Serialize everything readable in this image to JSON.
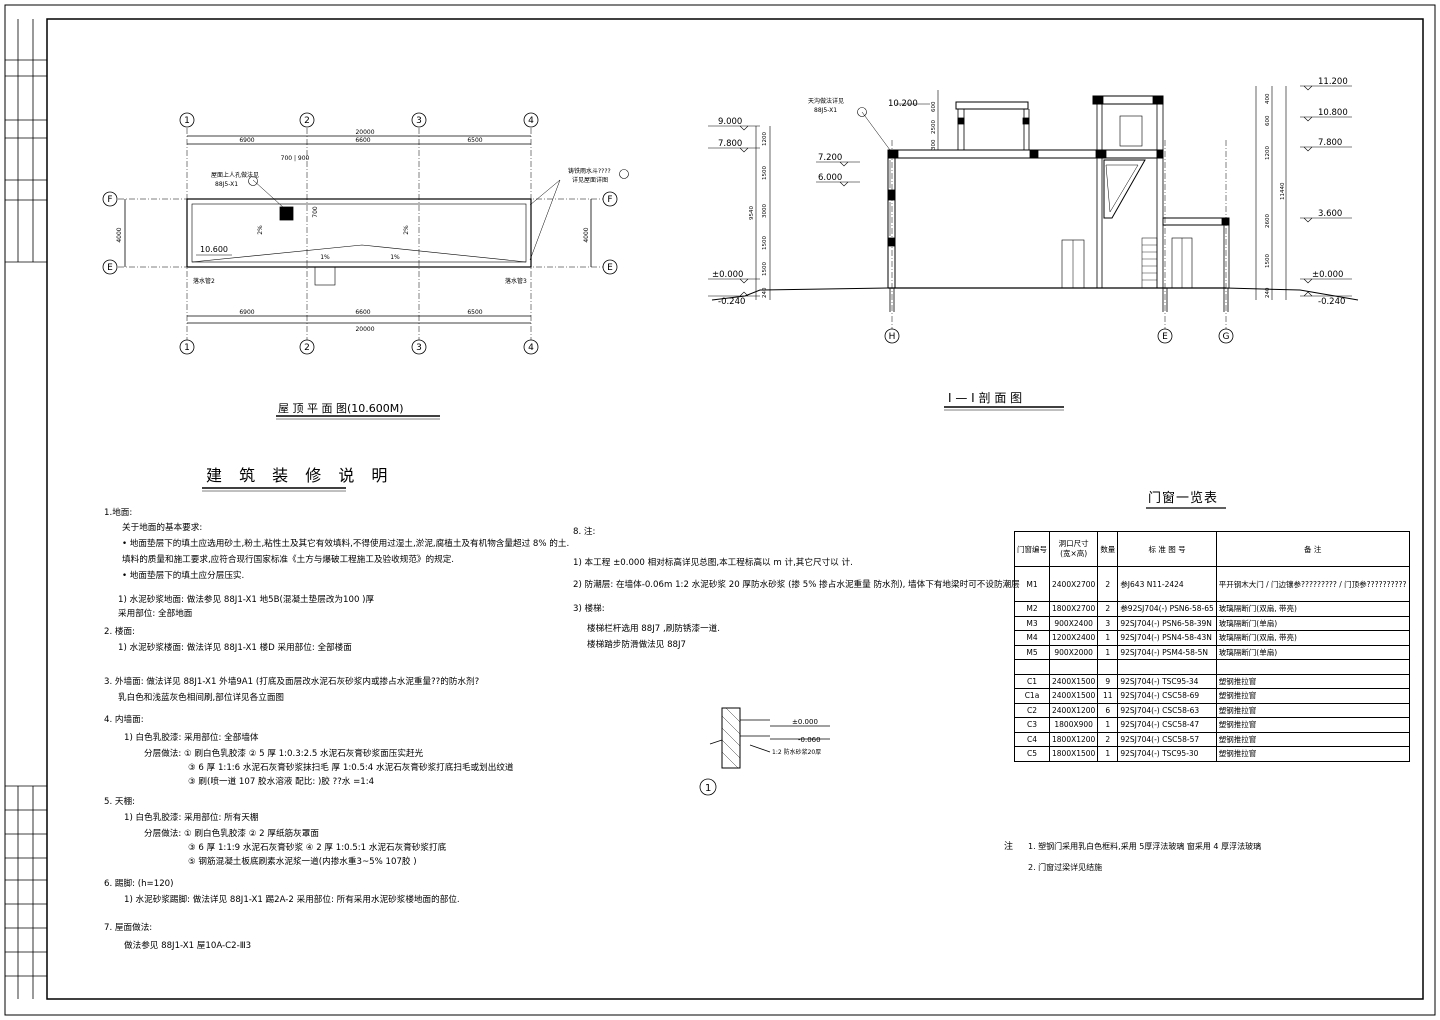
{
  "roof_plan": {
    "title": "屋 顶 平 面 图(10.600M)",
    "axes_top": [
      "1",
      "2",
      "3",
      "4"
    ],
    "axes_bottom": [
      "1",
      "2",
      "3",
      "4"
    ],
    "axes_side": [
      "F",
      "E"
    ],
    "dims_top": [
      "6900",
      "6600",
      "6500"
    ],
    "dims_bottom": [
      "6900",
      "6600",
      "6500"
    ],
    "total_top": "20000",
    "total_bottom": "20000",
    "side_dim": "4000",
    "elevation": "10.600",
    "note_hatch": "屋面上人孔做法见",
    "note_hatch_ref": "88J5-X1",
    "note_outlet": "铸铁雨水斗????",
    "note_outlet2": "详见屋面详图",
    "hole_dims": "700 | 900",
    "hole_dim_v": "700",
    "slope_a": "2%",
    "slope_b": "2%",
    "mark_a": "1%",
    "mark_b": "1%",
    "label_left": "落水管2",
    "label_right": "落水管3"
  },
  "section": {
    "title": "I — I 剖 面 图",
    "levels_left": [
      "9.000",
      "7.800",
      "±0.000",
      "-0.240"
    ],
    "levels_mid": [
      "10.200",
      "7.200",
      "6.000"
    ],
    "levels_right": [
      "11.200",
      "10.800",
      "7.800",
      "3.600",
      "±0.000",
      "-0.240"
    ],
    "axes": [
      "H",
      "E",
      "G"
    ],
    "callout": "天沟做法详见",
    "callout_ref": "88J5-X1",
    "dims_left": [
      "1200",
      "1500",
      "3000",
      "1500",
      "1500",
      "240"
    ],
    "total_left": "9540",
    "dims_mid": [
      "600",
      "2500",
      "300"
    ],
    "dims_right": [
      "400",
      "600",
      "1200",
      "2600",
      "1500",
      "240"
    ],
    "total_right": "11440"
  },
  "notes": {
    "title": "建 筑 装 修 说 明",
    "lines": [
      "1.地面:",
      "关于地面的基本要求:",
      "• 地面垫层下的填土应选用砂土,粉土,粘性土及其它有效填料,不得使用过湿土,淤泥,腐植土及有机物含量超过 8%     的土.",
      "  填料的质量和施工要求,应符合现行国家标准《土方与爆破工程施工及验收规范》的规定.",
      "• 地面垫层下的填土应分层压实.",
      "1) 水泥砂浆地面:  做法参见 88J1-X1 地5B(混凝土垫层改为100   )厚",
      "      采用部位: 全部地面",
      "2. 楼面:",
      "1) 水泥砂浆楼面:  做法详见 88J1-X1 楼D     采用部位: 全部楼面",
      "3. 外墙面:  做法详见 88J1-X1 外墙9A1 (打底及面层改水泥石灰砂浆内或掺占水泥重量??的防水剂?",
      "    乳白色和浅蓝灰色相间刷,部位详见各立面图",
      "4. 内墙面:",
      "1)  白色乳胶漆:     采用部位: 全部墙体",
      "分层做法: ① 刷白色乳胶漆          ② 5 厚 1:0.3:2.5          水泥石灰膏砂浆面压实赶光",
      "③ 6 厚 1:1:6            水泥石灰膏砂浆抹扫毛  厚 1:0.5:4          水泥石灰膏砂浆打底扫毛或划出纹道",
      "③ 刷(喷一道  107    胶水溶液    配比:            )胶 ??水          =1:4",
      "5. 天棚:",
      "1) 白色乳胶漆:   采用部位: 所有天棚",
      "分层做法: ① 刷白色乳胶漆          ② 2 厚纸筋灰罩面",
      "③ 6 厚 1:1:9            水泥石灰膏砂浆   ④ 2 厚 1:0.5:1        水泥石灰膏砂浆打底",
      "⑤ 钢筋混凝土板底刷素水泥浆一道(内掺水重3~5%   107胶            )",
      "6. 踢脚: (h=120)",
      "1) 水泥砂浆踢脚:             做法详见 88J1-X1 踢2A-2       采用部位: 所有采用水泥砂浆楼地面的部位.",
      "7. 屋面做法:",
      "做法参见 88J1-X1 屋10A-C2-Ⅲ3"
    ]
  },
  "notes2": {
    "lines": [
      "8. 注:",
      "1)      本工程 ±0.000          相对标高详见总图,本工程标高以    m 计,其它尺寸以          计.",
      "2) 防潮层: 在墙体-0.06m     1:2 水泥砂浆  20 厚防水砂浆      (掺 5% 掺占水泥重量          防水剂), 墙体下有地梁时可不设防潮层",
      "3)   楼梯:",
      "楼梯栏杆选用 88J7                  ,刷防锈漆一道.",
      "楼梯踏步防滑做法见 88J7"
    ]
  },
  "detail": {
    "label": "1",
    "level_top": "±0.000",
    "level_bottom": "-0.060",
    "note": "1:2 防水砂浆20厚"
  },
  "door_table": {
    "title": "门窗一览表",
    "headers": [
      "门窗编号",
      "洞口尺寸\n(宽×高)",
      "数量",
      "标 准 图 号",
      "备    注"
    ],
    "rows": [
      [
        "M1",
        "2400X2700",
        "2",
        "参J643 N11-2424",
        "平开钢木大门 / 门边镶参????????? / 门顶参??????????"
      ],
      [
        "M2",
        "1800X2700",
        "2",
        "参92SJ704(-) PSN6-58-65",
        "玻璃隔断门(双扇, 带亮)"
      ],
      [
        "M3",
        "900X2400",
        "3",
        "92SJ704(-) PSN6-58-39N",
        "玻璃隔断门(单扇)"
      ],
      [
        "M4",
        "1200X2400",
        "1",
        "92SJ704(-) PSN4-58-43N",
        "玻璃隔断门(双扇, 带亮)"
      ],
      [
        "M5",
        "900X2000",
        "1",
        "92SJ704(-) PSM4-58-5N",
        "玻璃隔断门(单扇)"
      ],
      [
        "",
        "",
        "",
        "",
        ""
      ],
      [
        "C1",
        "2400X1500",
        "9",
        "92SJ704(-) TSC95-34",
        "塑钢推拉窗"
      ],
      [
        "C1a",
        "2400X1500",
        "11",
        "92SJ704(-) CSC58-69",
        "塑钢推拉窗"
      ],
      [
        "C2",
        "2400X1200",
        "6",
        "92SJ704(-) CSC58-63",
        "塑钢推拉窗"
      ],
      [
        "C3",
        "1800X900",
        "1",
        "92SJ704(-) CSC58-47",
        "塑钢推拉窗"
      ],
      [
        "C4",
        "1800X1200",
        "2",
        "92SJ704(-) CSC58-57",
        "塑钢推拉窗"
      ],
      [
        "C5",
        "1800X1500",
        "1",
        "92SJ704(-) TSC95-30",
        "塑钢推拉窗"
      ]
    ],
    "note_label": "注",
    "note1": "1. 塑钢门采用乳白色框料,采用 5厚浮法玻璃  窗采用 4 厚浮法玻璃",
    "note2": "2. 门窗过梁详见结施"
  }
}
